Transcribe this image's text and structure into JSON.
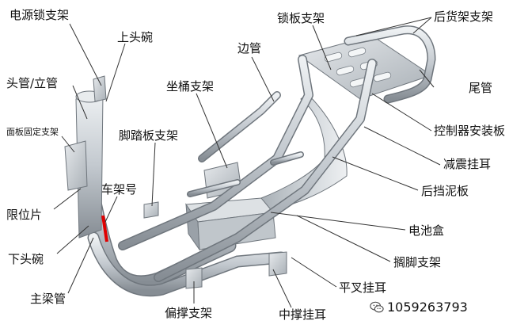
{
  "labels": {
    "power_lock_bracket": "电源锁支架",
    "upper_head_bowl": "上头碗",
    "head_tube": "头管/立管",
    "panel_bracket": "面板固定支架",
    "limit_plate": "限位片",
    "lower_head_bowl": "下头碗",
    "main_beam": "主梁管",
    "frame_number": "车架号",
    "pedal_bracket": "脚踏板支架",
    "seat_bracket": "坐桶支架",
    "side_tube": "边管",
    "lock_plate_bracket": "锁板支架",
    "rear_rack_bracket": "后货架支架",
    "tail_tube": "尾管",
    "controller_bracket": "控制器安装板",
    "shock_lug": "减震挂耳",
    "rear_fender": "后挡泥板",
    "battery_box": "电池盒",
    "foot_rest_bracket": "搁脚支架",
    "flat_fork_lug": "平叉挂耳",
    "center_stand_lug": "中撑挂耳",
    "side_stand_bracket": "偏撑支架"
  },
  "watermark": {
    "id": "1059263793",
    "icon": "wechat-icon"
  },
  "colors": {
    "frame": "#c9ced3",
    "frame_dark": "#8e959c",
    "marker": "#e00000",
    "leader": "#333333"
  }
}
